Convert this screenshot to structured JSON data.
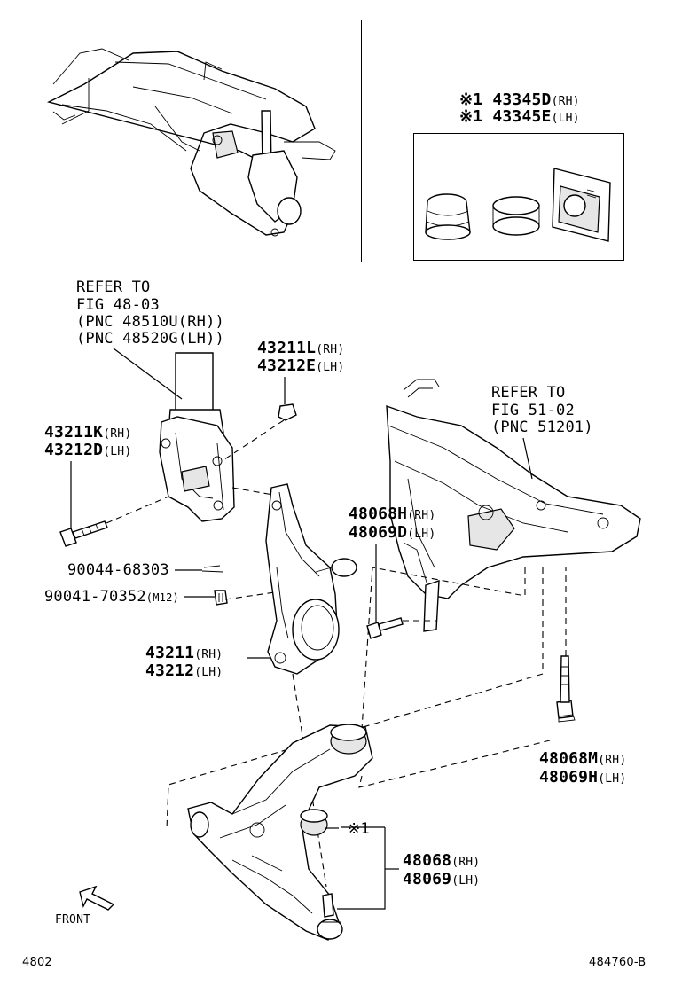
{
  "kit": {
    "line1": "※1 43345D",
    "line1_sfx": "(RH)",
    "line2": "※1 43345E",
    "line2_sfx": "(LH)"
  },
  "strut_ref": {
    "line1": "REFER TO",
    "line2": "FIG 48-03",
    "line3": "(PNC 48510U(RH))",
    "line4": "(PNC 48520G(LH))"
  },
  "nut_parts": {
    "rh": "43211L",
    "rh_sfx": "(RH)",
    "lh": "43212E",
    "lh_sfx": "(LH)"
  },
  "bolt_parts": {
    "rh": "43211K",
    "rh_sfx": "(RH)",
    "lh": "43212D",
    "lh_sfx": "(LH)"
  },
  "crossmember_ref": {
    "line1": "REFER TO",
    "line2": "FIG 51-02",
    "line3": "(PNC 51201)"
  },
  "front_bolt": {
    "rh": "48068H",
    "rh_sfx": "(RH)",
    "lh": "48069D",
    "lh_sfx": "(LH)"
  },
  "cotter_pin": "90044-68303",
  "castle_nut": {
    "code": "90041-70352",
    "size": "(M12)"
  },
  "knuckle": {
    "rh": "43211",
    "rh_sfx": "(RH)",
    "lh": "43212",
    "lh_sfx": "(LH)"
  },
  "rear_bolt": {
    "rh": "48068M",
    "rh_sfx": "(RH)",
    "lh": "48069H",
    "lh_sfx": "(LH)"
  },
  "lower_arm": {
    "mark": "※1",
    "rh": "48068",
    "rh_sfx": "(RH)",
    "lh": "48069",
    "lh_sfx": "(LH)"
  },
  "front_label": "FRONT",
  "footer": {
    "left": "4802",
    "right": "484760-B"
  }
}
